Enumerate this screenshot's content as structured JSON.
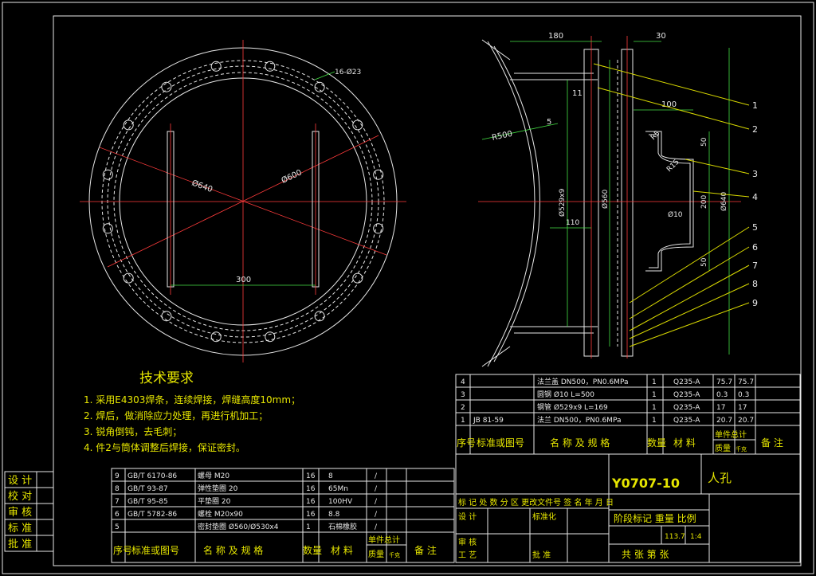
{
  "tech_requirements": {
    "title": "技术要求",
    "items": [
      "1. 采用E4303焊条，连续焊接，焊缝高度10mm；",
      "2. 焊后，做消除应力处理，再进行机加工；",
      "3. 锐角倒钝，去毛刺；",
      "4. 件2与筒体调整后焊接，保证密封。"
    ]
  },
  "plan_view": {
    "bolt_note": "16-Ø23",
    "outer_dia": "Ø640",
    "inner_dia": "Ø600",
    "span": "300"
  },
  "section_view": {
    "dims": [
      "180",
      "30",
      "11",
      "100",
      "5",
      "R500",
      "R5",
      "R15",
      "50",
      "200",
      "50",
      "Ø529x9",
      "Ø560",
      "Ø10",
      "110",
      "Ø640"
    ],
    "balloons": [
      "1",
      "2",
      "3",
      "4",
      "5",
      "6",
      "7",
      "8",
      "9"
    ]
  },
  "parts_upper": [
    {
      "no": "4",
      "std": "",
      "name": "法兰盖 DN500，PN0.6MPa",
      "qty": "1",
      "mat": "Q235-A",
      "w1": "75.7",
      "w2": "75.7"
    },
    {
      "no": "3",
      "std": "",
      "name": "圆钢 Ø10  L=500",
      "qty": "1",
      "mat": "Q235-A",
      "w1": "0.3",
      "w2": "0.3"
    },
    {
      "no": "2",
      "std": "",
      "name": "钢管 Ø529x9  L=169",
      "qty": "1",
      "mat": "Q235-A",
      "w1": "17",
      "w2": "17"
    },
    {
      "no": "1",
      "std": "JB 81-59",
      "name": "法兰 DN500，PN0.6MPa",
      "qty": "1",
      "mat": "Q235-A",
      "w1": "20.7",
      "w2": "20.7"
    }
  ],
  "parts_upper_header": {
    "no": "序号",
    "std": "标准或图号",
    "name": "名 称 及 规 格",
    "qty": "数量",
    "mat": "材 料",
    "unit_total": "单件总计",
    "mass": "质量",
    "mass_unit": "千克",
    "remark": "备 注"
  },
  "parts_lower": [
    {
      "no": "9",
      "std": "GB/T 6170-86",
      "name": "螺母 M20",
      "qty": "16",
      "mat": "8",
      "w": "/"
    },
    {
      "no": "8",
      "std": "GB/T 93-87",
      "name": "弹性垫圈 20",
      "qty": "16",
      "mat": "65Mn",
      "w": "/"
    },
    {
      "no": "7",
      "std": "GB/T 95-85",
      "name": "平垫圈 20",
      "qty": "16",
      "mat": "100HV",
      "w": "/"
    },
    {
      "no": "6",
      "std": "GB/T 5782-86",
      "name": "螺栓 M20x90",
      "qty": "16",
      "mat": "8.8",
      "w": "/"
    },
    {
      "no": "5",
      "std": "",
      "name": "密封垫圈 Ø560/Ø530x4",
      "qty": "1",
      "mat": "石棉橡胶",
      "w": "/"
    }
  ],
  "parts_lower_header": {
    "no": "序号",
    "std": "标准或图号",
    "name": "名 称 及 规 格",
    "qty": "数量",
    "mat": "材 料",
    "unit_total": "单件总计",
    "mass": "质量",
    "mass_unit": "千克",
    "remark": "备 注"
  },
  "sign_block": [
    "设 计",
    "校 对",
    "审 核",
    "标 准",
    "批 准"
  ],
  "title_block": {
    "drawing_no": "Y0707-10",
    "name": "人孔",
    "rev_row": "标 记 处 数 分 区 更改文件号 签 名 年 月 日",
    "design": "设 计",
    "std": "标准化",
    "review": "审 核",
    "process": "工 艺",
    "approve": "批 准",
    "stage_header": "阶段标记 重量 比例",
    "weight": "113.7",
    "scale": "1:4",
    "sheets": "共  张 第  张"
  }
}
